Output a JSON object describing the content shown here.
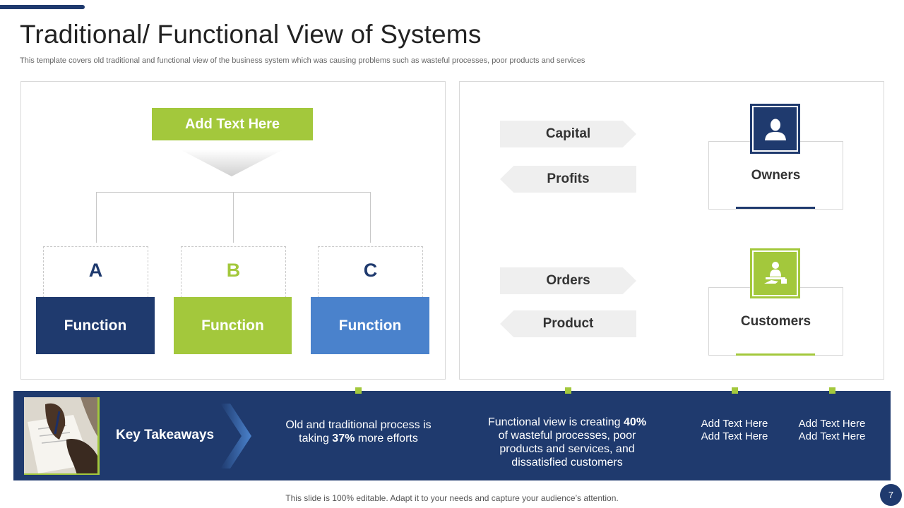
{
  "header": {
    "title": "Traditional/ Functional View of Systems",
    "subtitle": "This template covers old traditional and functional view of the business system which was causing problems such as wasteful processes, poor products and services"
  },
  "hierarchy": {
    "top_label": "Add Text Here",
    "branches": [
      {
        "letter": "A",
        "function": "Function",
        "color": "#1f3a6e",
        "letter_color": "#1f3a6e"
      },
      {
        "letter": "B",
        "function": "Function",
        "color": "#a3c83c",
        "letter_color": "#a3c83c"
      },
      {
        "letter": "C",
        "function": "Function",
        "color": "#4a82cc",
        "letter_color": "#1f3a6e"
      }
    ]
  },
  "flows": {
    "owners_in": "Capital",
    "owners_out": "Profits",
    "customers_in": "Orders",
    "customers_out": "Product",
    "owners": {
      "label": "Owners",
      "icon": "user-icon",
      "color": "#1f3a6e"
    },
    "customers": {
      "label": "Customers",
      "icon": "customer-service-icon",
      "color": "#a3c83c"
    }
  },
  "takeaways": {
    "label": "Key Takeaways",
    "item1_pre": "Old and traditional process is taking ",
    "item1_bold": "37%",
    "item1_post": " more efforts",
    "item2_pre": "Functional view is creating ",
    "item2_bold": "40%",
    "item2_post": " of wasteful processes, poor products and services, and dissatisfied customers",
    "item3_line1": "Add Text Here",
    "item3_line2": "Add Text Here",
    "item4_line1": "Add Text Here",
    "item4_line2": "Add Text Here"
  },
  "footer": {
    "note": "This slide is 100% editable. Adapt it to your needs and capture your audience’s attention.",
    "page_number": "7"
  },
  "colors": {
    "navy": "#1f3a6e",
    "green": "#a3c83c",
    "blue": "#4a82cc"
  }
}
